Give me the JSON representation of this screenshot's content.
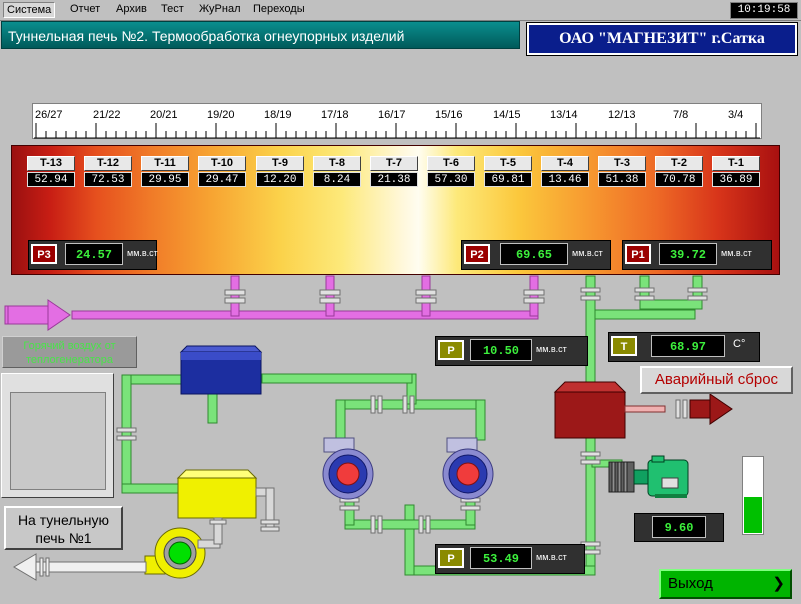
{
  "menu": {
    "items": [
      "Система",
      "Отчет",
      "Архив",
      "Тест",
      "ЖуРнал",
      "Переходы"
    ],
    "clock": "10:19:58"
  },
  "header": {
    "title": "Туннельная печь №2. Термообработка огнеупорных изделий",
    "company": "ОАО \"МАГНЕЗИТ\" г.Сатка"
  },
  "ruler": [
    "26/27",
    "21/22",
    "20/21",
    "19/20",
    "18/19",
    "17/18",
    "16/17",
    "15/16",
    "14/15",
    "13/14",
    "12/13",
    "7/8",
    "3/4"
  ],
  "thermocouples": [
    {
      "name": "T-13",
      "value": "52.94"
    },
    {
      "name": "T-12",
      "value": "72.53"
    },
    {
      "name": "T-11",
      "value": "29.95"
    },
    {
      "name": "T-10",
      "value": "29.47"
    },
    {
      "name": "T-9",
      "value": "12.20"
    },
    {
      "name": "T-8",
      "value": "8.24"
    },
    {
      "name": "T-7",
      "value": "21.38"
    },
    {
      "name": "T-6",
      "value": "57.30"
    },
    {
      "name": "T-5",
      "value": "69.81"
    },
    {
      "name": "T-4",
      "value": "13.46"
    },
    {
      "name": "T-3",
      "value": "51.38"
    },
    {
      "name": "T-2",
      "value": "70.78"
    },
    {
      "name": "T-1",
      "value": "36.89"
    }
  ],
  "pressures": {
    "p3": {
      "tag": "P3",
      "value": "24.57",
      "unit": "мм.в.ст"
    },
    "p2": {
      "tag": "P2",
      "value": "69.65",
      "unit": "мм.в.ст"
    },
    "p1": {
      "tag": "P1",
      "value": "39.72",
      "unit": "мм.в.ст"
    },
    "p_mid": {
      "tag": "P",
      "value": "10.50",
      "unit": "мм.в.ст"
    },
    "p_low": {
      "tag": "P",
      "value": "53.49",
      "unit": "мм.в.ст"
    }
  },
  "temperature": {
    "tag": "T",
    "value": "68.97",
    "unit": "C°"
  },
  "fan_value": "9.60",
  "labels": {
    "hot_air": "Горячий воздух от теплогенератора",
    "to_tunnel": "На тунельную печь №1",
    "emergency": "Аварийный сброс",
    "exit": "Выход",
    "exit_arrow": "❯"
  },
  "level_fraction": 0.48,
  "colors": {
    "pipe_green": "#7ae37a",
    "pipe_magenta": "#e36ee3",
    "tank_blue": "#1c2ea0",
    "box_yellow": "#f0f000",
    "discharge_red": "#9c1818",
    "value_green": "#3cf03c"
  }
}
